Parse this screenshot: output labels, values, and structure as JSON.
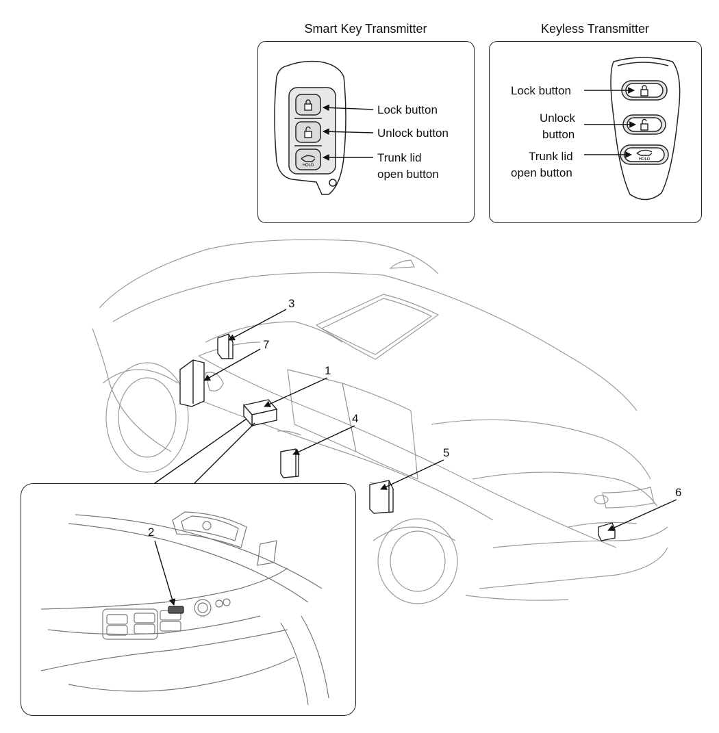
{
  "smart_key": {
    "title": "Smart Key Transmitter",
    "lock_label": "Lock button",
    "unlock_label": "Unlock button",
    "trunk_label_line1": "Trunk lid",
    "trunk_label_line2": "open button",
    "hold_text": "HOLD"
  },
  "keyless": {
    "title": "Keyless Transmitter",
    "lock_label": "Lock button",
    "unlock_label_line1": "Unlock",
    "unlock_label_line2": "button",
    "trunk_label_line1": "Trunk lid",
    "trunk_label_line2": "open button",
    "hold_text": "HOLD"
  },
  "callouts": [
    "1",
    "2",
    "3",
    "4",
    "5",
    "6",
    "7"
  ]
}
